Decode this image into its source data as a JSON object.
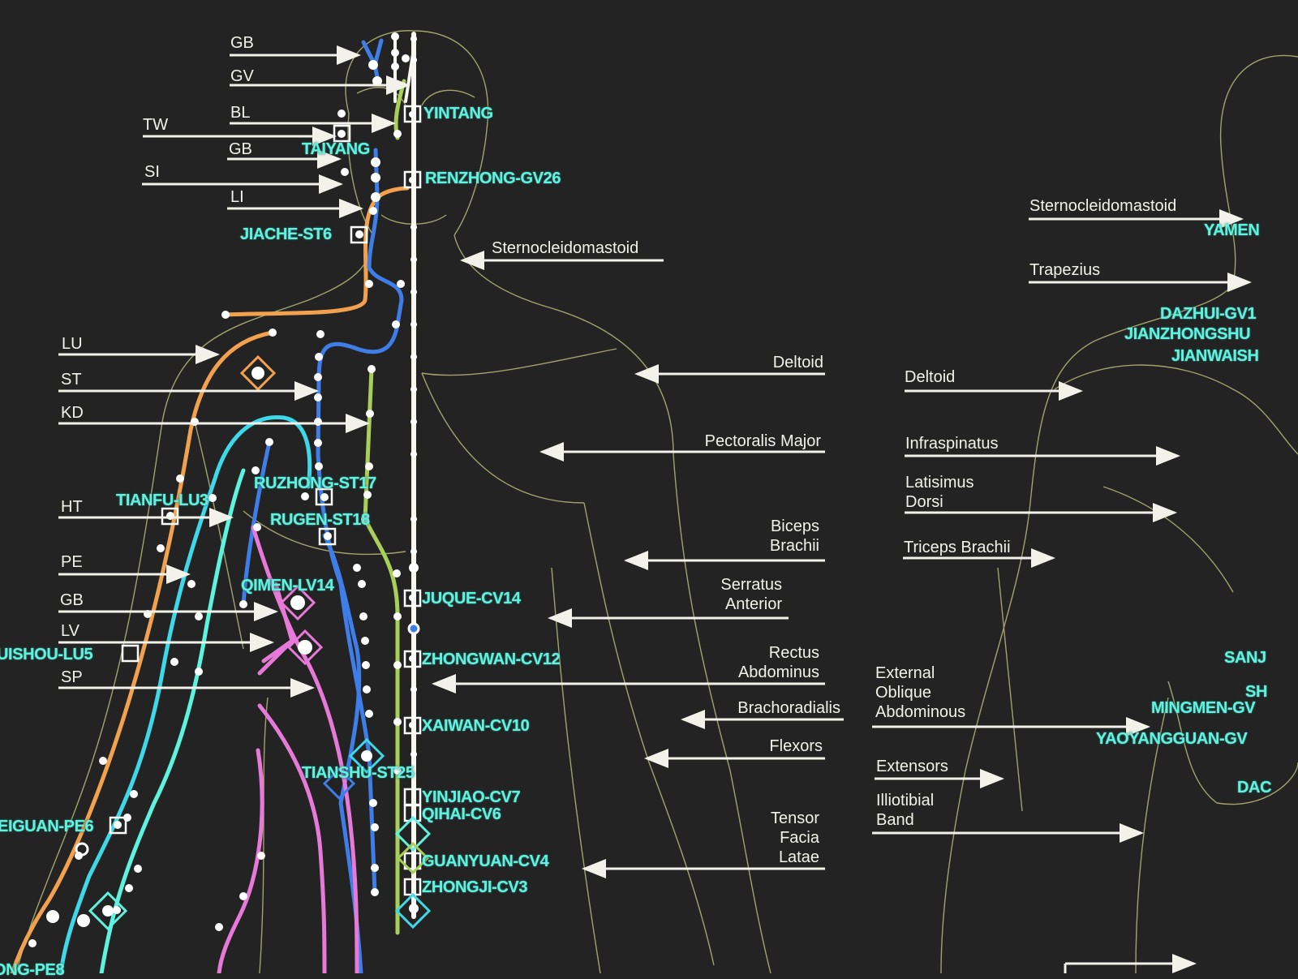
{
  "meridian_labels": [
    "GB",
    "GV",
    "BL",
    "TW",
    "GB",
    "SI",
    "LI",
    "LU",
    "ST",
    "KD",
    "HT",
    "PE",
    "GB",
    "LV",
    "SP"
  ],
  "front_muscles": {
    "sternocleidomastoid": "Sternocleidomastoid",
    "deltoid": "Deltoid",
    "pectoralis": "Pectoralis Major",
    "biceps": [
      "Biceps",
      "Brachii"
    ],
    "serratus": [
      "Serratus",
      "Anterior"
    ],
    "rectus": [
      "Rectus",
      "Abdominus"
    ],
    "brachoradialis": "Brachoradialis",
    "flexors": "Flexors",
    "tensor": [
      "Tensor",
      "Facia",
      "Latae"
    ]
  },
  "back_muscles": {
    "sternocleidomastoid": "Sternocleidomastoid",
    "trapezius": "Trapezius",
    "deltoid": "Deltoid",
    "infraspinatus": "Infraspinatus",
    "latisimus": [
      "Latisimus",
      "Dorsi"
    ],
    "triceps": "Triceps Brachii",
    "external_oblique": [
      "External",
      "Oblique",
      "Abdominous"
    ],
    "extensors": "Extensors",
    "illiotibial": [
      "Illiotibial",
      "Band"
    ]
  },
  "front_points": {
    "yintang": "YINTANG",
    "taiyang": "TAIYANG",
    "renzhong": "RENZHONG-GV26",
    "jiache": "JIACHE-ST6",
    "ruzhong": "RUZHONG-ST17",
    "tianfu": "TIANFU-LU3",
    "rugen": "RUGEN-ST18",
    "qimen": "QIMEN-LV14",
    "juque": "JUQUE-CV14",
    "lu5": "UISHOU-LU5",
    "zhongwan": "ZHONGWAN-CV12",
    "xaiwan": "XAIWAN-CV10",
    "tianshu": "TIANSHU-ST25",
    "yinjiao": "YINJIAO-CV7",
    "qihai": "QIHAI-CV6",
    "pe6": "EIGUAN-PE6",
    "guanyuan": "GUANYUAN-CV4",
    "zhongji": "ZHONGJI-CV3",
    "pe8": "ONG-PE8"
  },
  "back_points": {
    "yamen": "YAMEN",
    "dazhui": "DAZHUI-GV1",
    "jianzhongshu": "JIANZHONGSHU",
    "jianwaishu": "JIANWAISH",
    "sanj": "SANJ",
    "sh": "SH",
    "mingmen": "MINGMEN-GV",
    "yaoyangguan": "YAOYANGGUAN-GV",
    "dac": "DAC"
  },
  "colors": {
    "background": "#232323",
    "point_label": "#5ef3df",
    "outline": "#b9b97a",
    "orange": "#f2a24e",
    "blue": "#3f7ee8",
    "cyan": "#3fd8e8",
    "aqua": "#5ef3df",
    "green": "#a9cf5a",
    "pink": "#e77ad8"
  }
}
